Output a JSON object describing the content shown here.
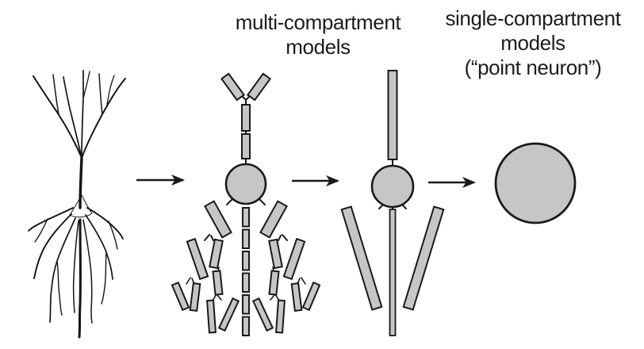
{
  "labels": {
    "multi_compartment": {
      "line1": "multi-compartment",
      "line2": "models"
    },
    "single_compartment": {
      "line1": "single-compartment",
      "line2": "models",
      "line3": "(“point neuron”)"
    }
  },
  "icons": {
    "arrow_1": "right-arrow-icon",
    "arrow_2": "right-arrow-icon",
    "arrow_3": "right-arrow-icon"
  },
  "colors": {
    "background": "#ffffff",
    "compartment_fill": "#c6c6c6",
    "outline": "#1a1a1a",
    "sketch": "#141414",
    "text": "#1c1c1c"
  }
}
